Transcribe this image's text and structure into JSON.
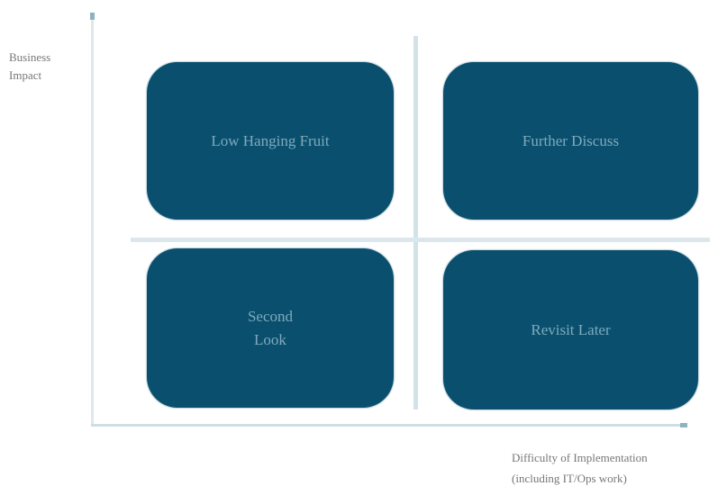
{
  "diagram": {
    "type": "2x2 prioritization matrix",
    "axes": {
      "y_label": "Business\nImpact",
      "x_label": "Difficulty of Implementation\n(including IT/Ops work)"
    },
    "quadrants": [
      {
        "position": "top-left",
        "label": "Low Hanging Fruit"
      },
      {
        "position": "top-right",
        "label": "Further Discuss"
      },
      {
        "position": "bottom-left",
        "label": "Second\nLook"
      },
      {
        "position": "bottom-right",
        "label": "Revisit Later"
      }
    ],
    "colors": {
      "quadrant_fill": "#0a506e",
      "quadrant_text": "#7fa9bd",
      "axis_line": "#cfdde5",
      "divider_line": "#d3e2e9",
      "axis_label_text": "#777777",
      "background": "#ffffff"
    }
  }
}
